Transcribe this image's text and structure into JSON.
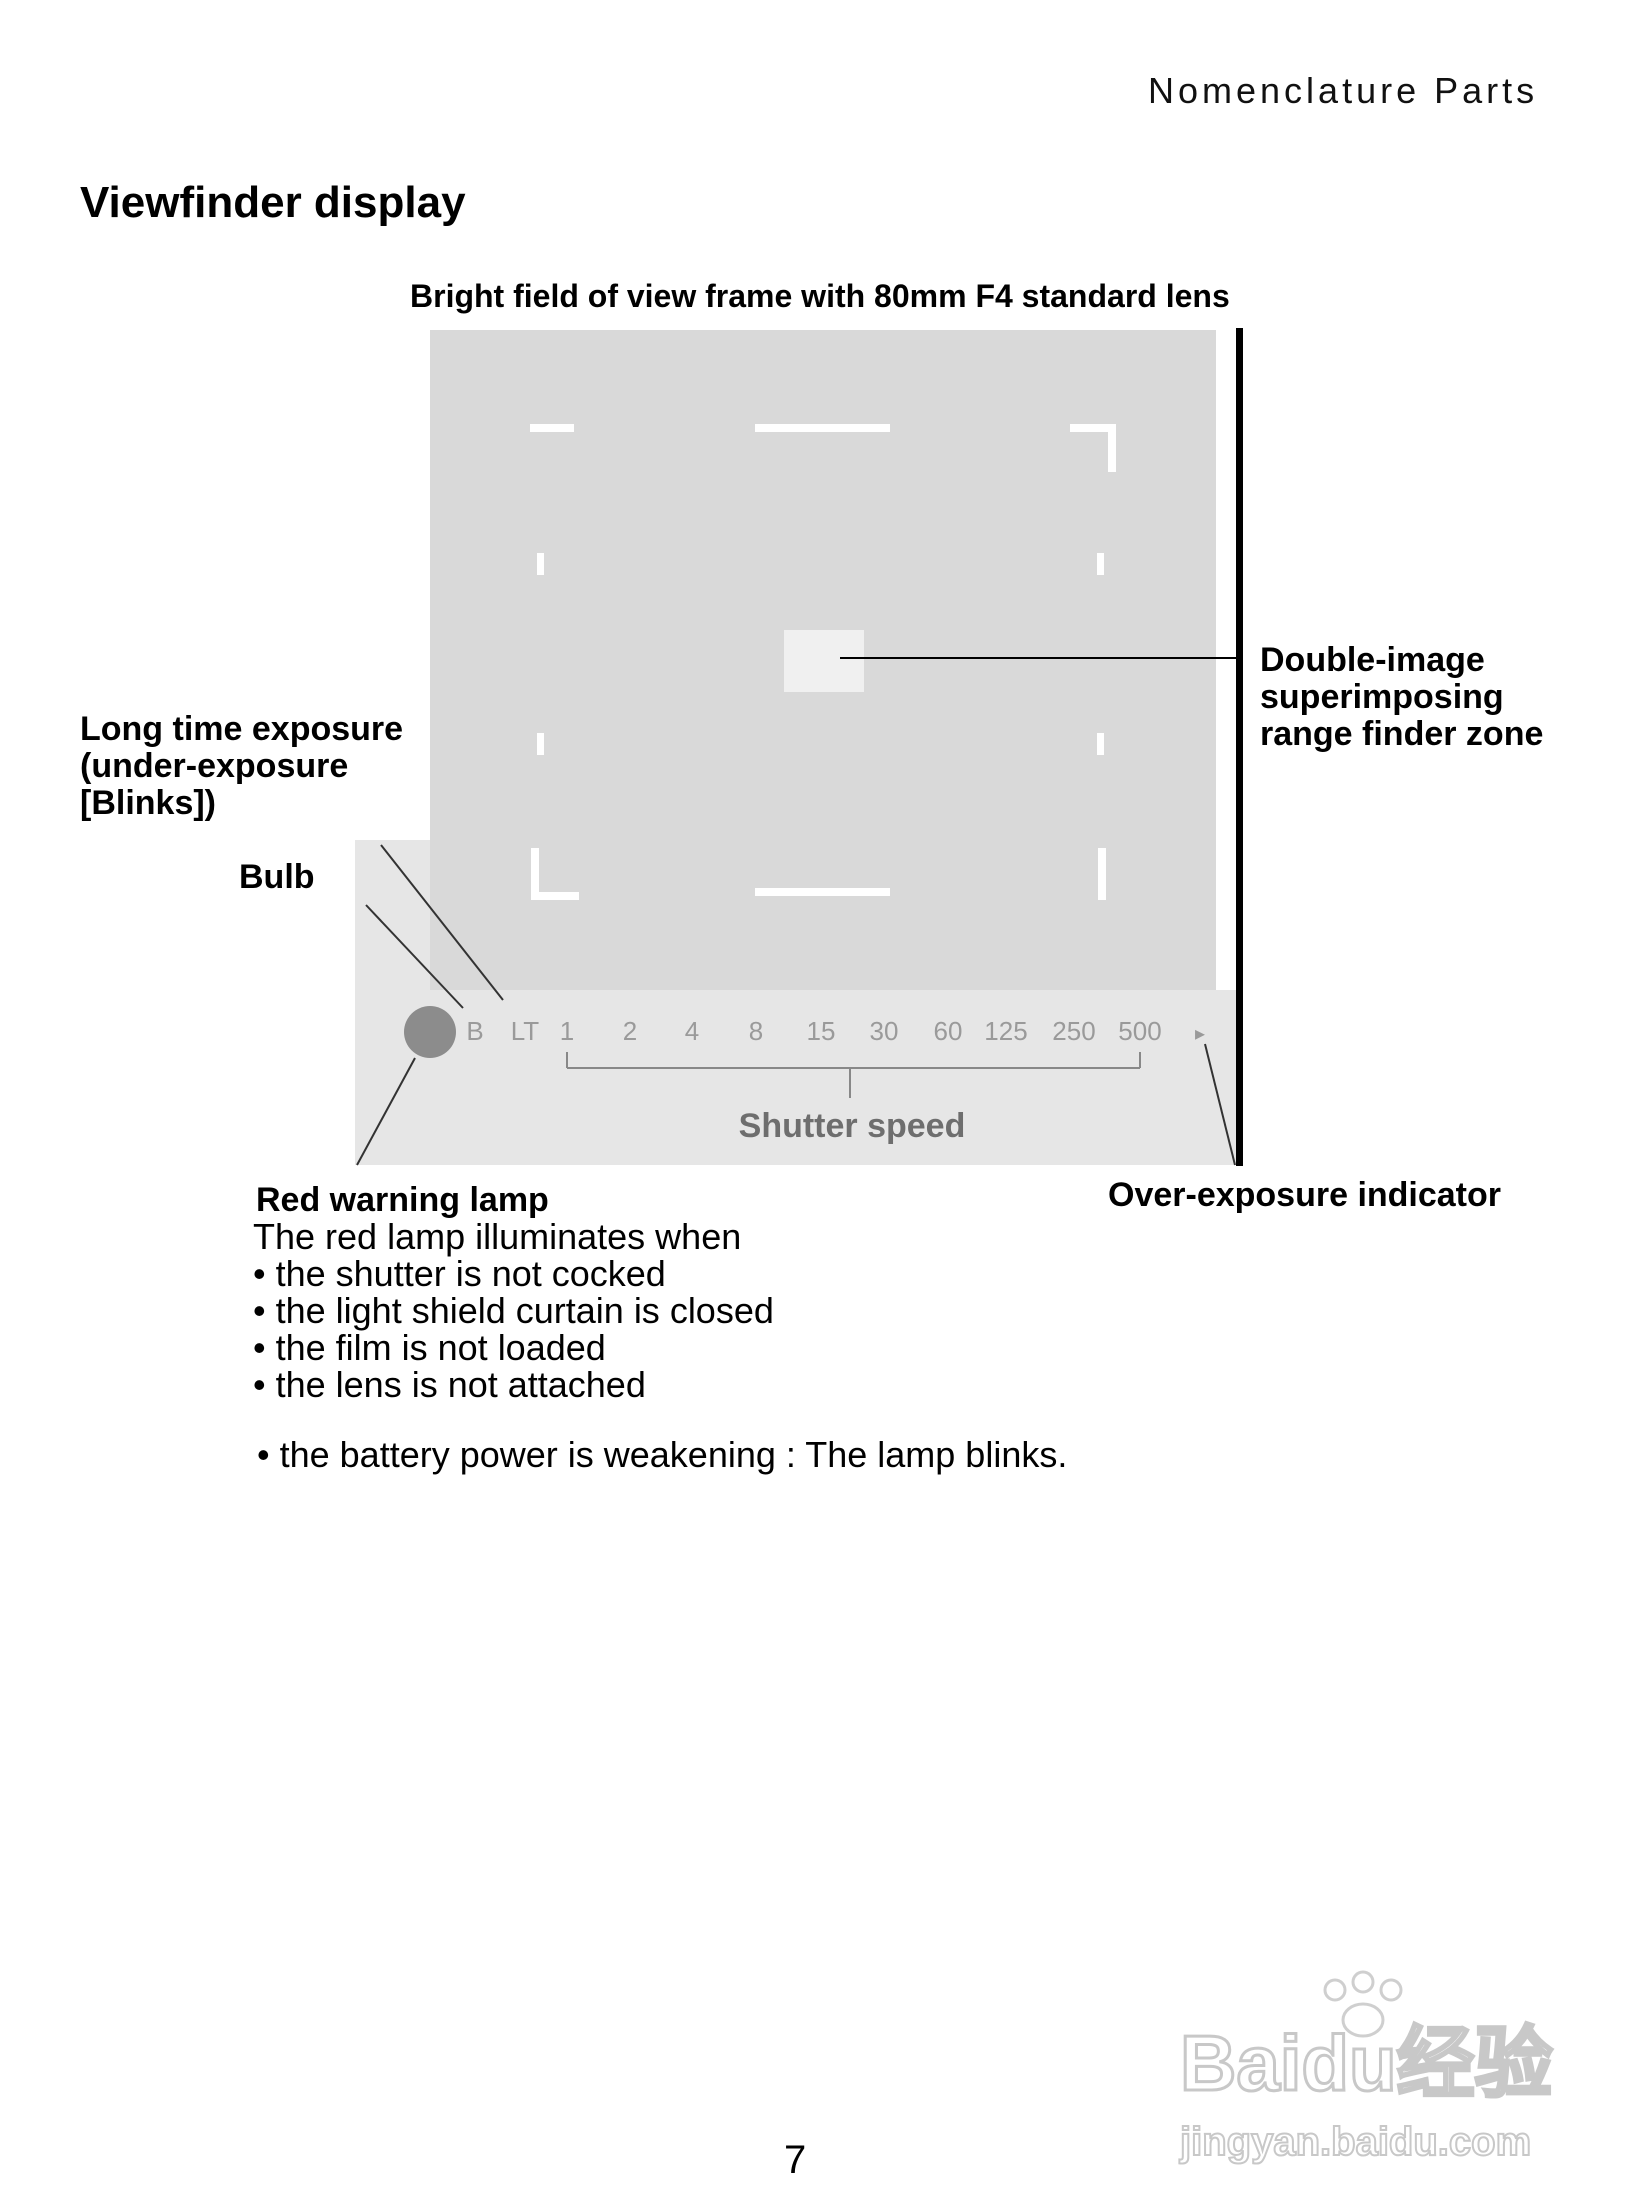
{
  "header": {
    "section": "Nomenclature Parts"
  },
  "page": {
    "title": "Viewfinder display",
    "number": "7"
  },
  "labels": {
    "frame": "Bright field of view frame with 80mm F4 standard lens",
    "rangefinder": [
      "Double-image",
      "superimposing",
      "range finder zone"
    ],
    "long_time": [
      "Long time exposure",
      "(under-exposure",
      "[Blinks])"
    ],
    "bulb": "Bulb",
    "red_lamp": "Red warning lamp",
    "over_exposure": "Over-exposure indicator"
  },
  "display_scale": {
    "marks": [
      "B",
      "LT",
      "1",
      "2",
      "4",
      "8",
      "15",
      "30",
      "60",
      "125",
      "250",
      "500",
      "▸"
    ],
    "caption": "Shutter speed"
  },
  "red_lamp_text": {
    "intro": "The red lamp illuminates when",
    "conditions": [
      "• the shutter is not cocked",
      "• the light shield curtain is closed",
      "• the film is not loaded",
      "• the lens is not attached"
    ],
    "battery": "• the battery power is weakening : The lamp blinks."
  },
  "watermark": {
    "text": "Baidu经验",
    "url": "jingyan.baidu.com"
  },
  "colors": {
    "viewfinder_bg": "#d9d9d9",
    "lamp": "#8c8c8c",
    "scale_text": "#9a9a9a",
    "frame_marks": "#ffffff"
  }
}
